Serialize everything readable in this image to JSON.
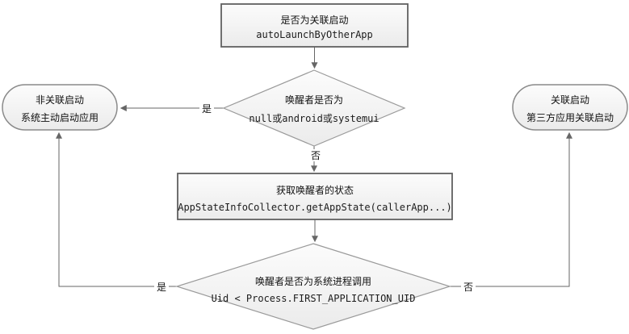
{
  "diagram": {
    "type": "flowchart",
    "background": "#ffffff"
  },
  "colors": {
    "node_fill_top": "#fcfcfc",
    "node_fill_bottom": "#ebebeb",
    "process_border": "#606060",
    "terminator_border": "#8a8a8a",
    "decision_border": "#9a9a9a",
    "connector": "#666666",
    "text": "#111111"
  },
  "nodes": {
    "check_assoc": {
      "shape": "process",
      "line1": "是否为关联启动",
      "line2": "autoLaunchByOtherApp"
    },
    "decision_caller": {
      "shape": "decision",
      "line1": "唤醒者是否为",
      "line2": "null或android或systemui"
    },
    "result_non_assoc": {
      "shape": "terminator",
      "line1": "非关联启动",
      "line2": "系统主动启动应用"
    },
    "result_assoc": {
      "shape": "terminator",
      "line1": "关联启动",
      "line2": "第三方应用关联启动"
    },
    "get_state": {
      "shape": "process",
      "line1": "获取唤醒者的状态",
      "line2": "AppStateInfoCollector.getAppState(callerApp...)"
    },
    "decision_system": {
      "shape": "decision",
      "line1": "唤醒者是否为系统进程调用",
      "line2": "Uid < Process.FIRST_APPLICATION_UID"
    }
  },
  "edge_labels": {
    "yes1": "是",
    "no1": "否",
    "yes2": "是",
    "no2": "否"
  }
}
